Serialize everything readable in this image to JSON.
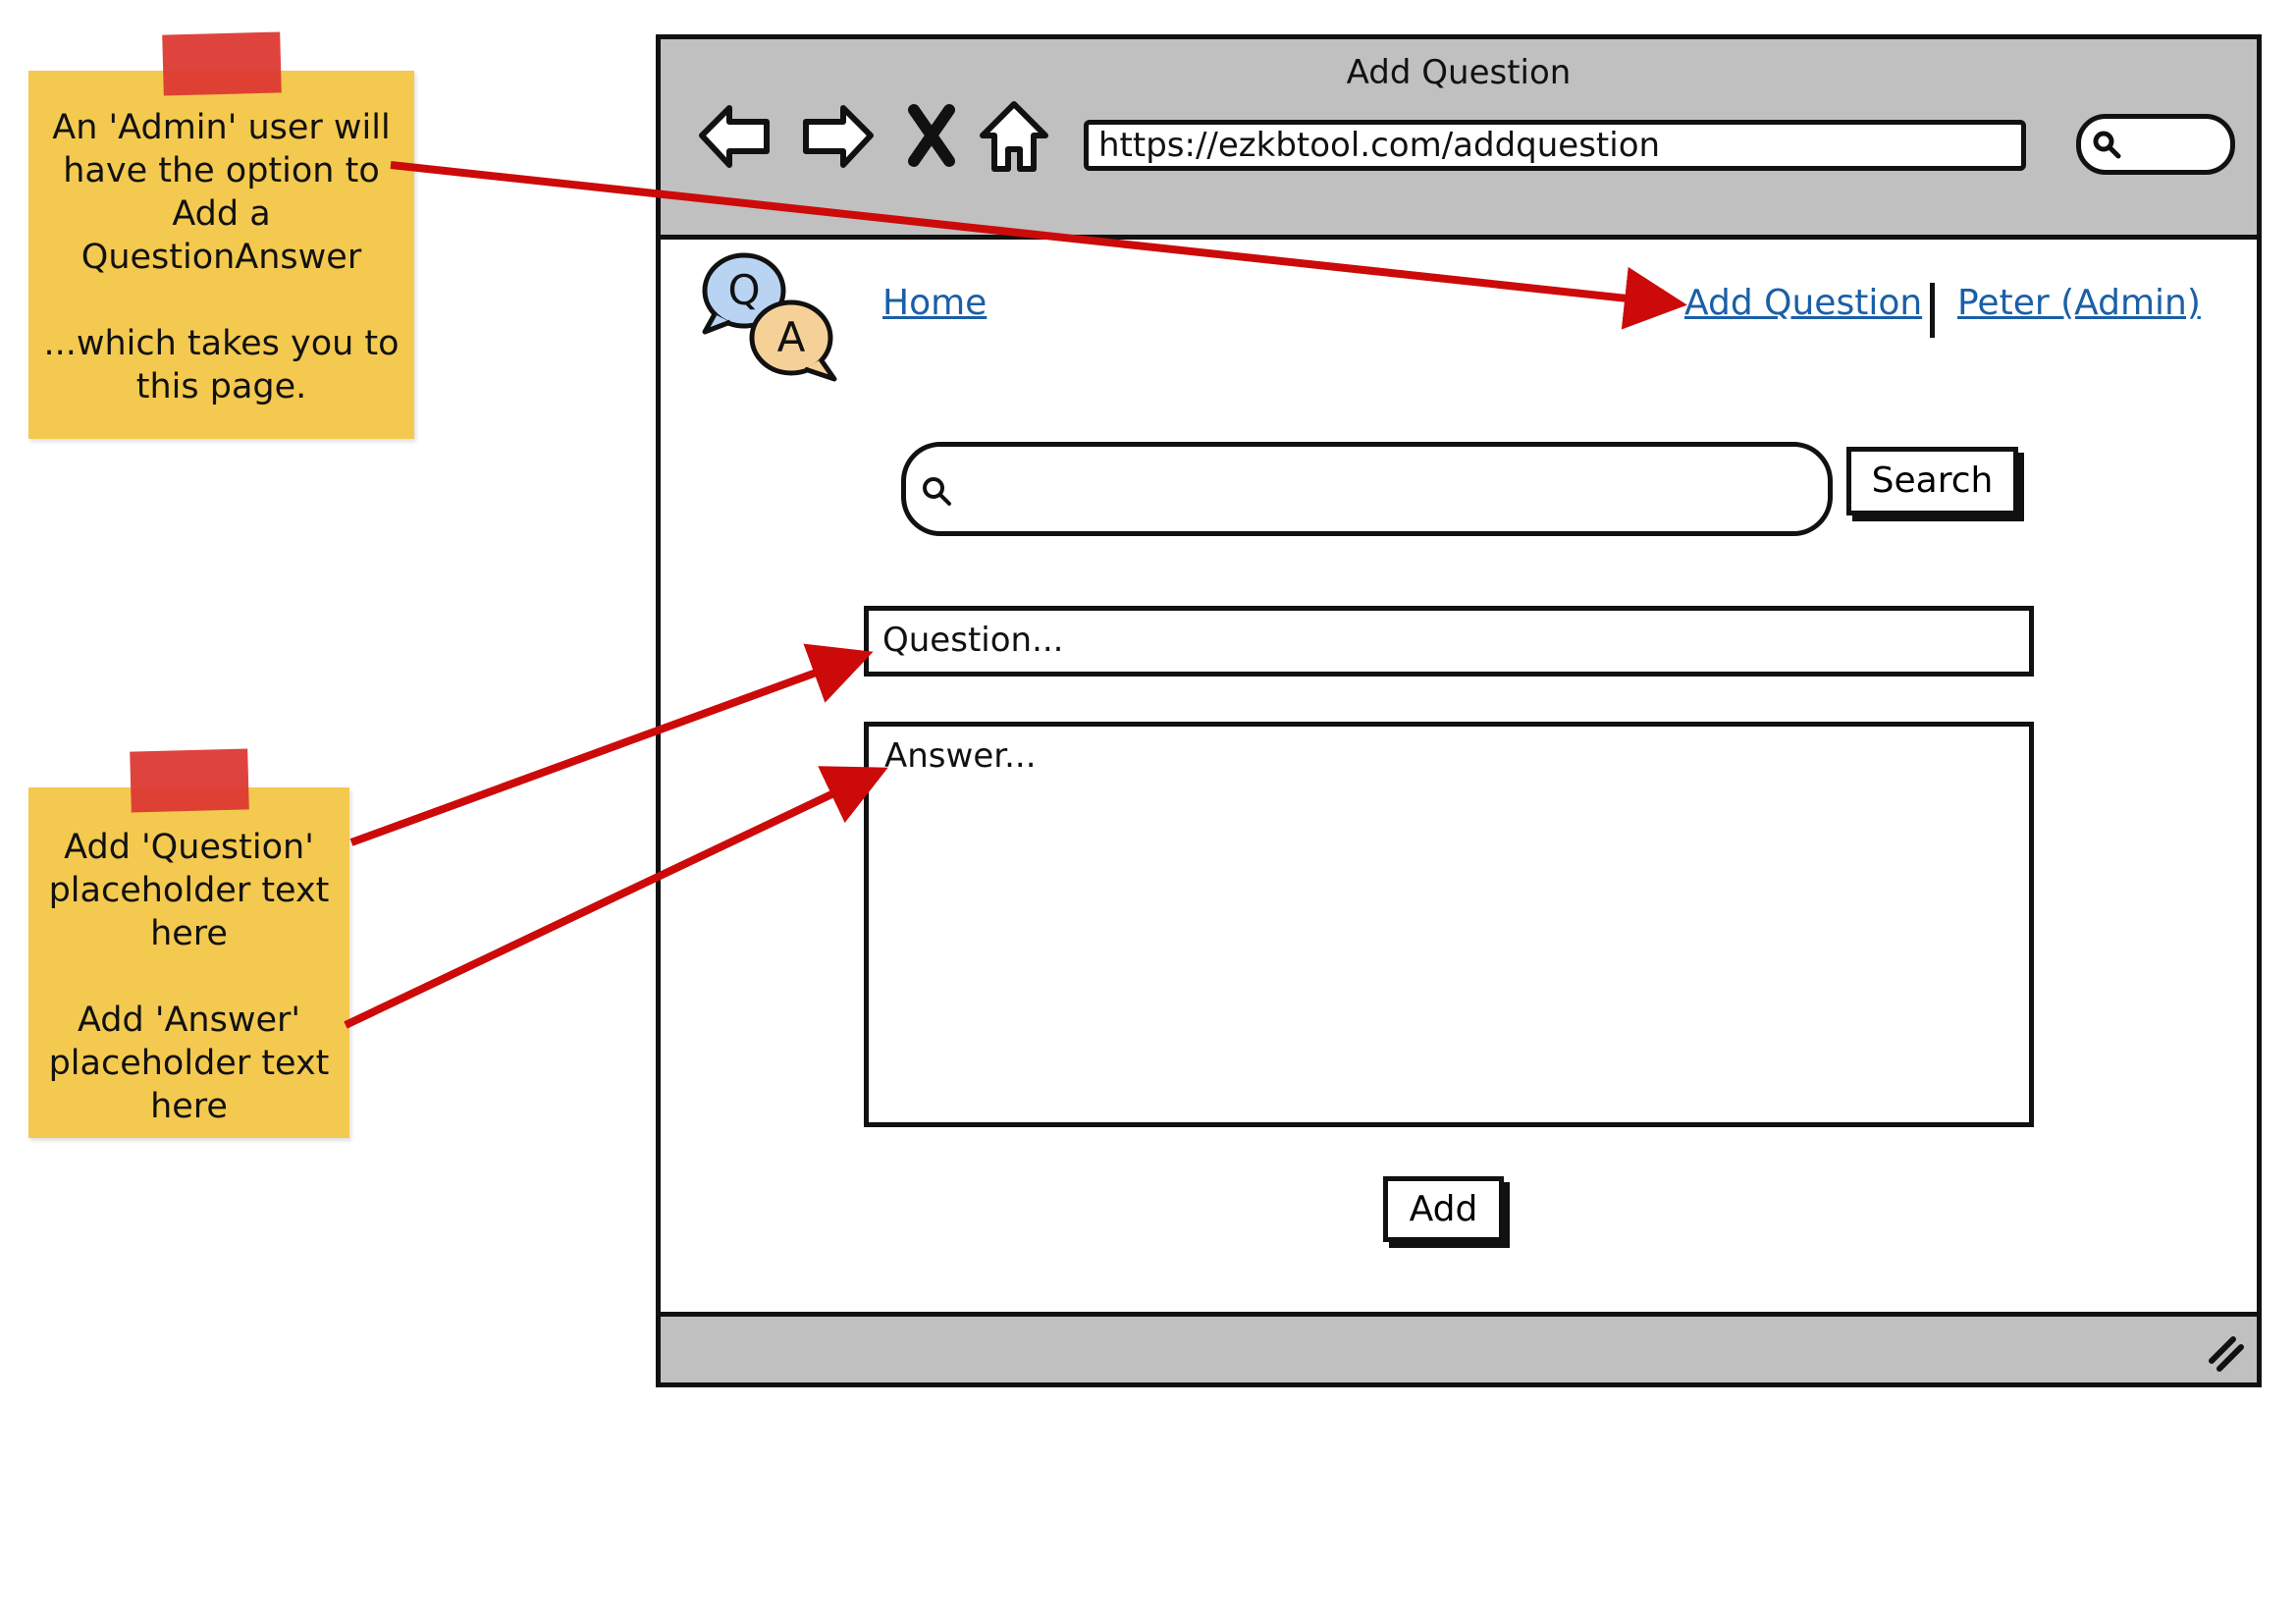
{
  "annotations": {
    "note1": {
      "lines": [
        "An 'Admin' user will",
        "have the option to",
        "Add a",
        "QuestionAnswer",
        "",
        "...which takes you to",
        "this page."
      ]
    },
    "note2": {
      "lines": [
        "Add 'Question'",
        "placeholder text",
        "here",
        "",
        "Add 'Answer'",
        "placeholder text",
        "here"
      ]
    }
  },
  "browser": {
    "title": "Add Question",
    "url": "https://ezkbtool.com/addquestion",
    "toolbar_icons": [
      "back-arrow-icon",
      "forward-arrow-icon",
      "close-x-icon",
      "home-icon"
    ],
    "search_icon": "search-icon"
  },
  "nav": {
    "home": "Home",
    "add_question": "Add Question",
    "user": "Peter (Admin)"
  },
  "search": {
    "placeholder": "",
    "button_label": "Search"
  },
  "form": {
    "question_placeholder": "Question...",
    "answer_placeholder": "Answer...",
    "submit_label": "Add"
  },
  "colors": {
    "sticky_note": "#f4c94f",
    "tape": "#dc3a33",
    "arrow": "#cc0a0a",
    "chrome": "#c0c0c0",
    "link": "#1a5fa8",
    "logo_q": "#b9d4f2",
    "logo_a": "#f6d197"
  }
}
